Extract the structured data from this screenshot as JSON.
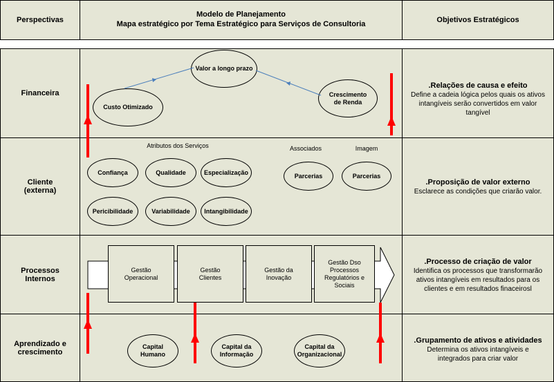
{
  "header": {
    "col1": "Perspectivas",
    "col2_line1": "Modelo de Planejamento",
    "col2_line2": "Mapa estratégico por Tema Estratégico para Serviços de Consultoria",
    "col3": "Objetivos Estratégicos"
  },
  "rows": {
    "financeira": {
      "label": "Financeira",
      "valor": "Valor a longo prazo",
      "custo": "Custo Otimizado",
      "crescimento": "Crescimento de Renda",
      "obj_title": ".Relações de causa e efeito",
      "obj_desc": "Define a cadeia lógica pelos quais os ativos intangíveis serão convertidos em valor tangível"
    },
    "cliente": {
      "label_line1": "Cliente",
      "label_line2": "(externa)",
      "atributos": "Atributos dos Serviços",
      "associados": "Associados",
      "imagem": "Imagem",
      "confianca": "Confiança",
      "qualidade": "Qualidade",
      "especializacao": "Especialização",
      "pericibilidade": "Pericibilidade",
      "variabilidade": "Variabilidade",
      "intangibilidade": "Intangibilidade",
      "parcerias1": "Parcerias",
      "parcerias2": "Parcerias",
      "obj_title": ".Proposição de valor externo",
      "obj_desc": "Esclarece as condições que criarão valor."
    },
    "processos": {
      "label_line1": "Processos",
      "label_line2": "Internos",
      "box1": "Gestão Operacional",
      "box2": "Gestão Clientes",
      "box3": "Gestão da Inovação",
      "box4": "Gestão Dso Processos Regulatórios e Sociais",
      "obj_title": ".Processo de criação de valor",
      "obj_desc": "Identifica os processos que transformarão ativos intangíveis em resultados para os clientes e em resultados finaceirosl"
    },
    "aprendizado": {
      "label_line1": "Aprendizado e",
      "label_line2": "crescimento",
      "capital1": "Capital Humano",
      "capital2": "Capital da Informação",
      "capital3": "Capital da Organizacional",
      "obj_title": ".Grupamento de ativos e atividades",
      "obj_desc": "Determina os ativos intangíveis e integrados para criar valor"
    }
  },
  "colors": {
    "fill": "#e5e6d6",
    "arrow_red": "#ff0000",
    "arrow_blue": "#4a7ebb"
  }
}
